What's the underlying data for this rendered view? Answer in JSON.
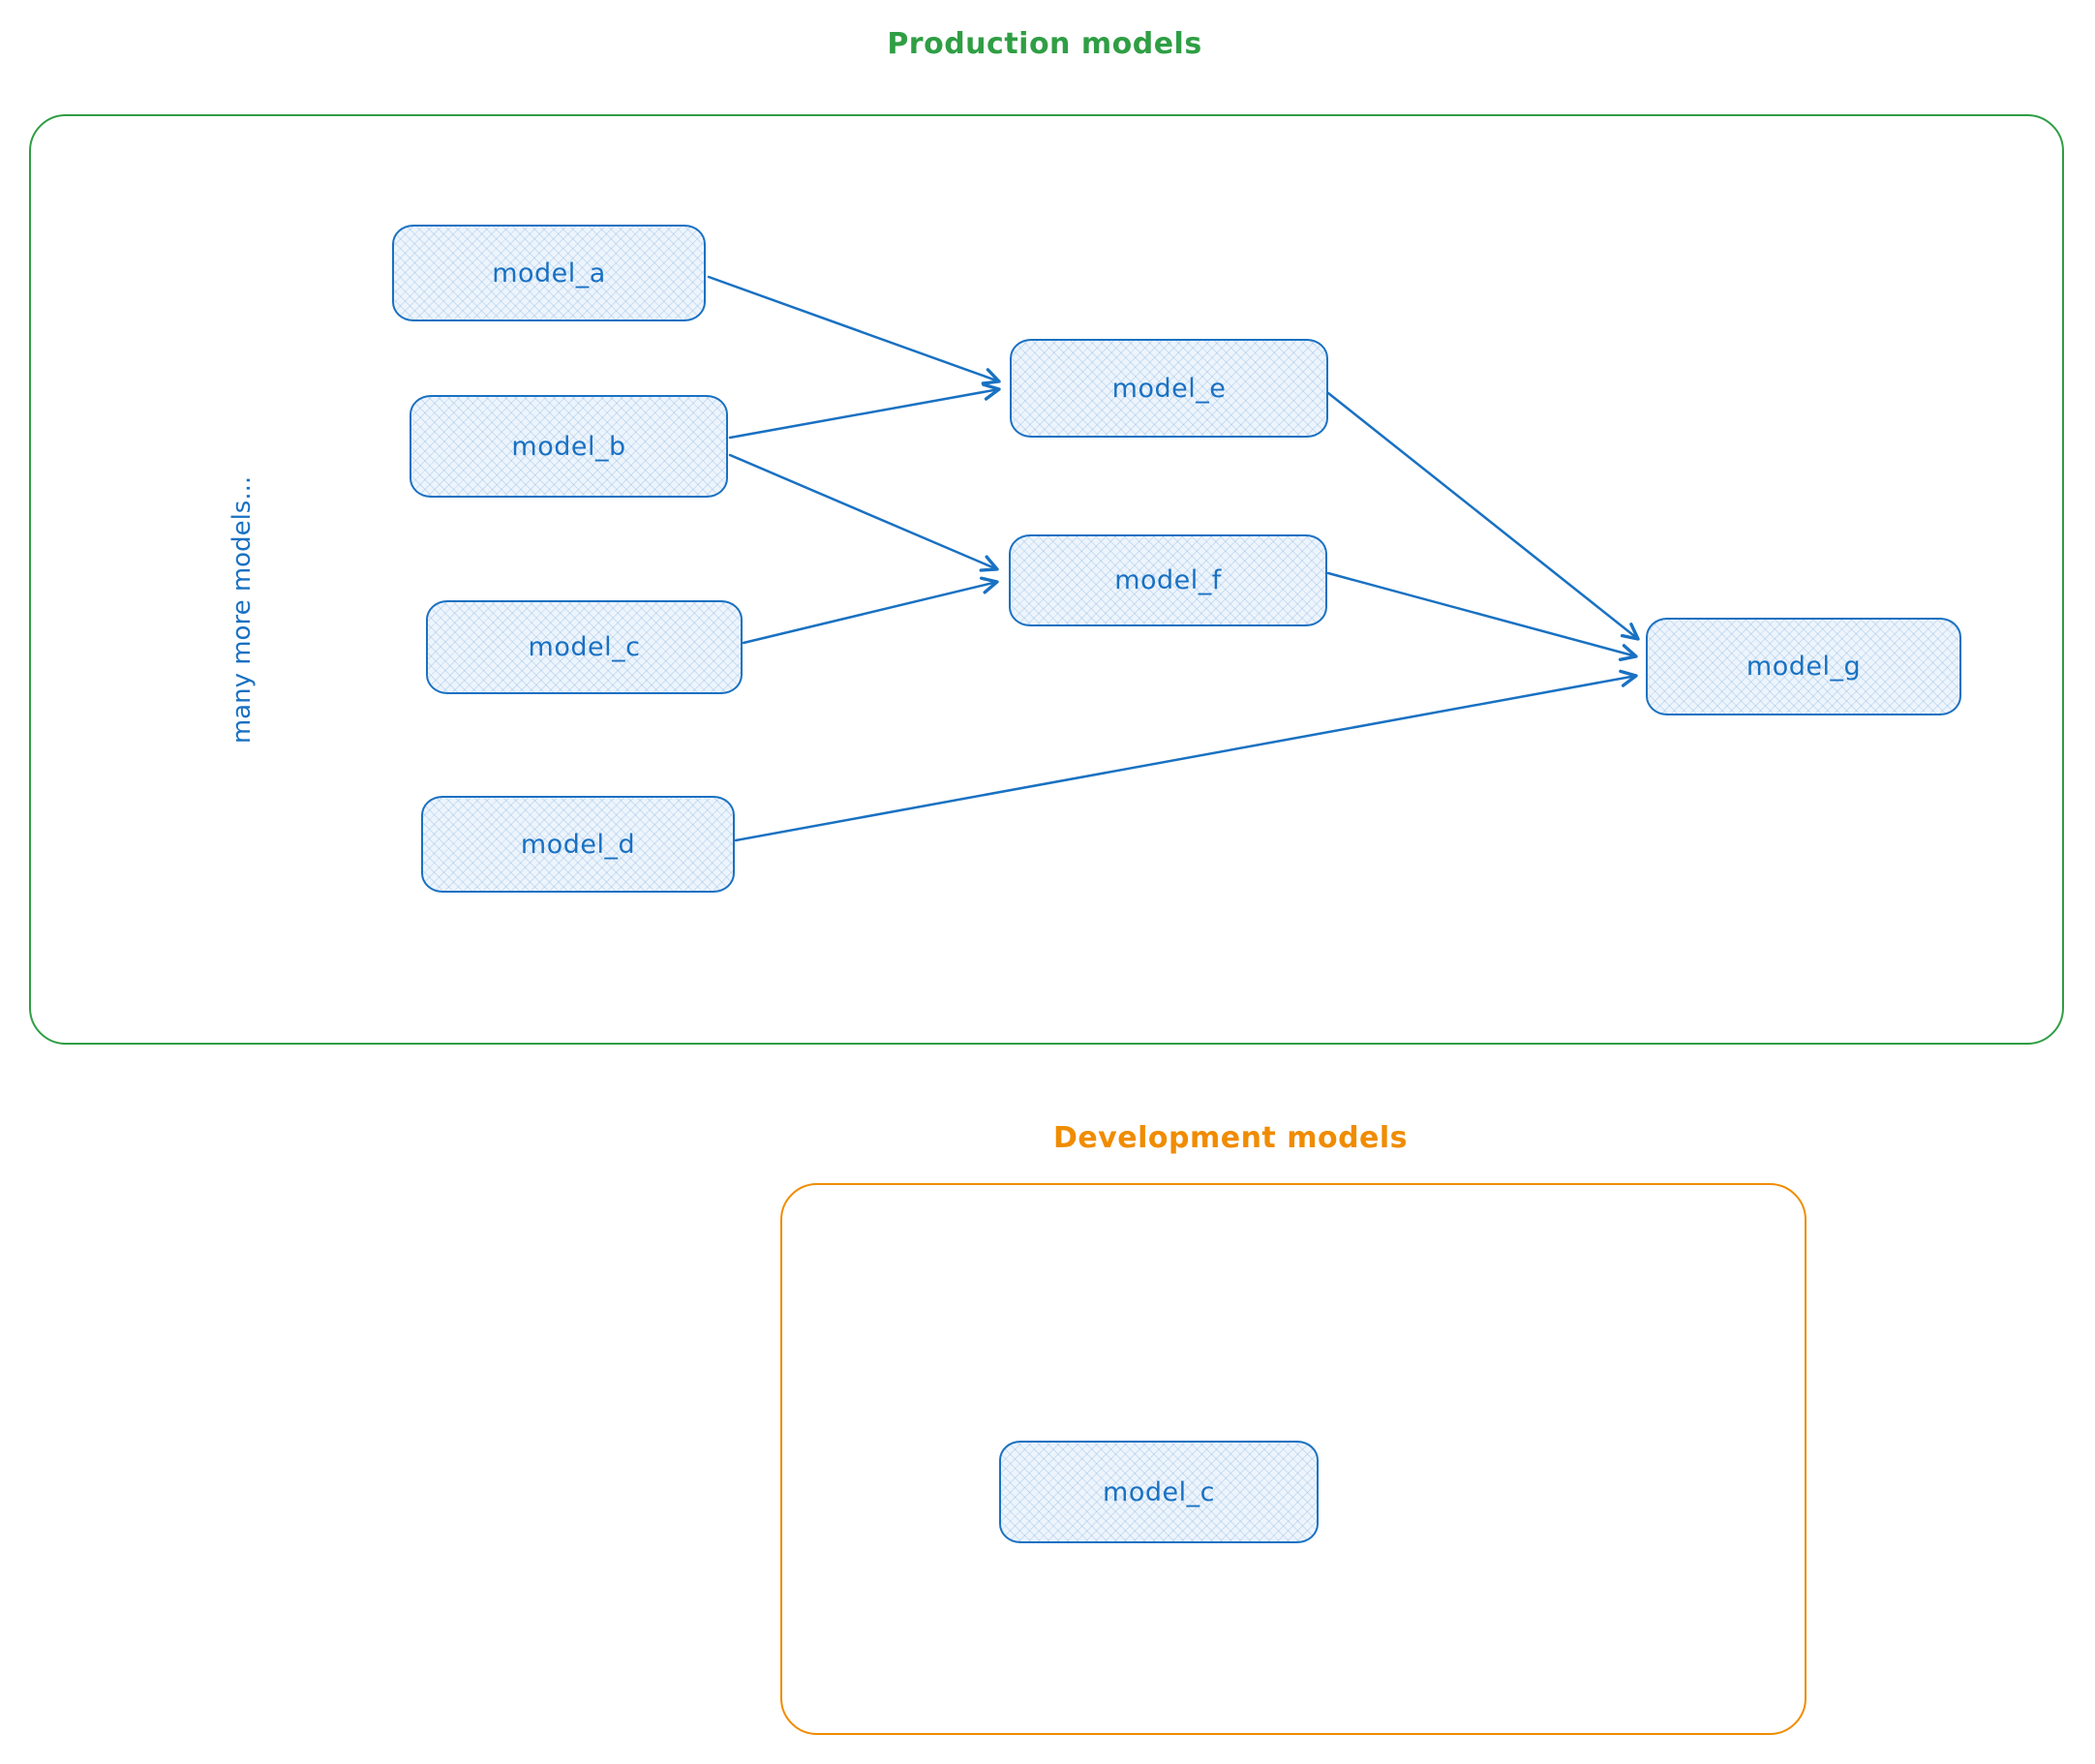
{
  "page": {
    "background": "#ffffff"
  },
  "diagram": {
    "style": {
      "node_stroke_color": "#1971c2",
      "node_fill_color": "#edf4fc",
      "production_color": "#2f9e44",
      "development_color": "#f08c00"
    },
    "production": {
      "title": "Production models",
      "side_note": "many more models...",
      "nodes": [
        {
          "id": "model_a",
          "label": "model_a"
        },
        {
          "id": "model_b",
          "label": "model_b"
        },
        {
          "id": "model_c",
          "label": "model_c"
        },
        {
          "id": "model_d",
          "label": "model_d"
        },
        {
          "id": "model_e",
          "label": "model_e"
        },
        {
          "id": "model_f",
          "label": "model_f"
        },
        {
          "id": "model_g",
          "label": "model_g"
        }
      ]
    },
    "development": {
      "title": "Development models",
      "nodes": [
        {
          "id": "model_c_dev",
          "label": "model_c"
        }
      ]
    },
    "edges": [
      {
        "from": "model_a",
        "to": "model_e"
      },
      {
        "from": "model_b",
        "to": "model_e"
      },
      {
        "from": "model_b",
        "to": "model_f"
      },
      {
        "from": "model_c",
        "to": "model_f"
      },
      {
        "from": "model_d",
        "to": "model_g"
      },
      {
        "from": "model_e",
        "to": "model_g"
      },
      {
        "from": "model_f",
        "to": "model_g"
      }
    ]
  }
}
